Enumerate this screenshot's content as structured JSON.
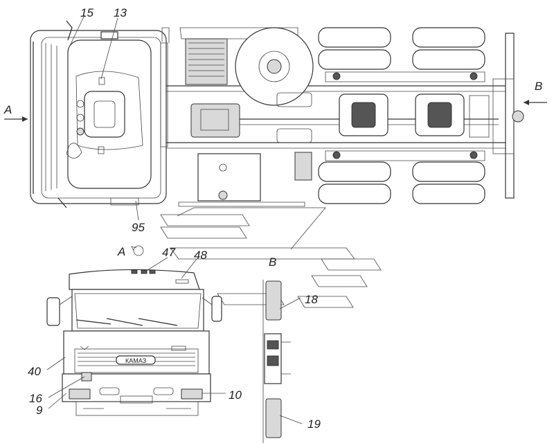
{
  "view_labels": {
    "arrow_left": "A",
    "arrow_right": "B",
    "view_a": "A",
    "view_b": "B"
  },
  "callouts": {
    "c15": "15",
    "c13": "13",
    "c95": "95",
    "c47": "47",
    "c48": "48",
    "c18": "18",
    "c40": "40",
    "c16": "16",
    "c9": "9",
    "c10": "10",
    "c19": "19"
  },
  "grille_badge": "КАМАЗ"
}
